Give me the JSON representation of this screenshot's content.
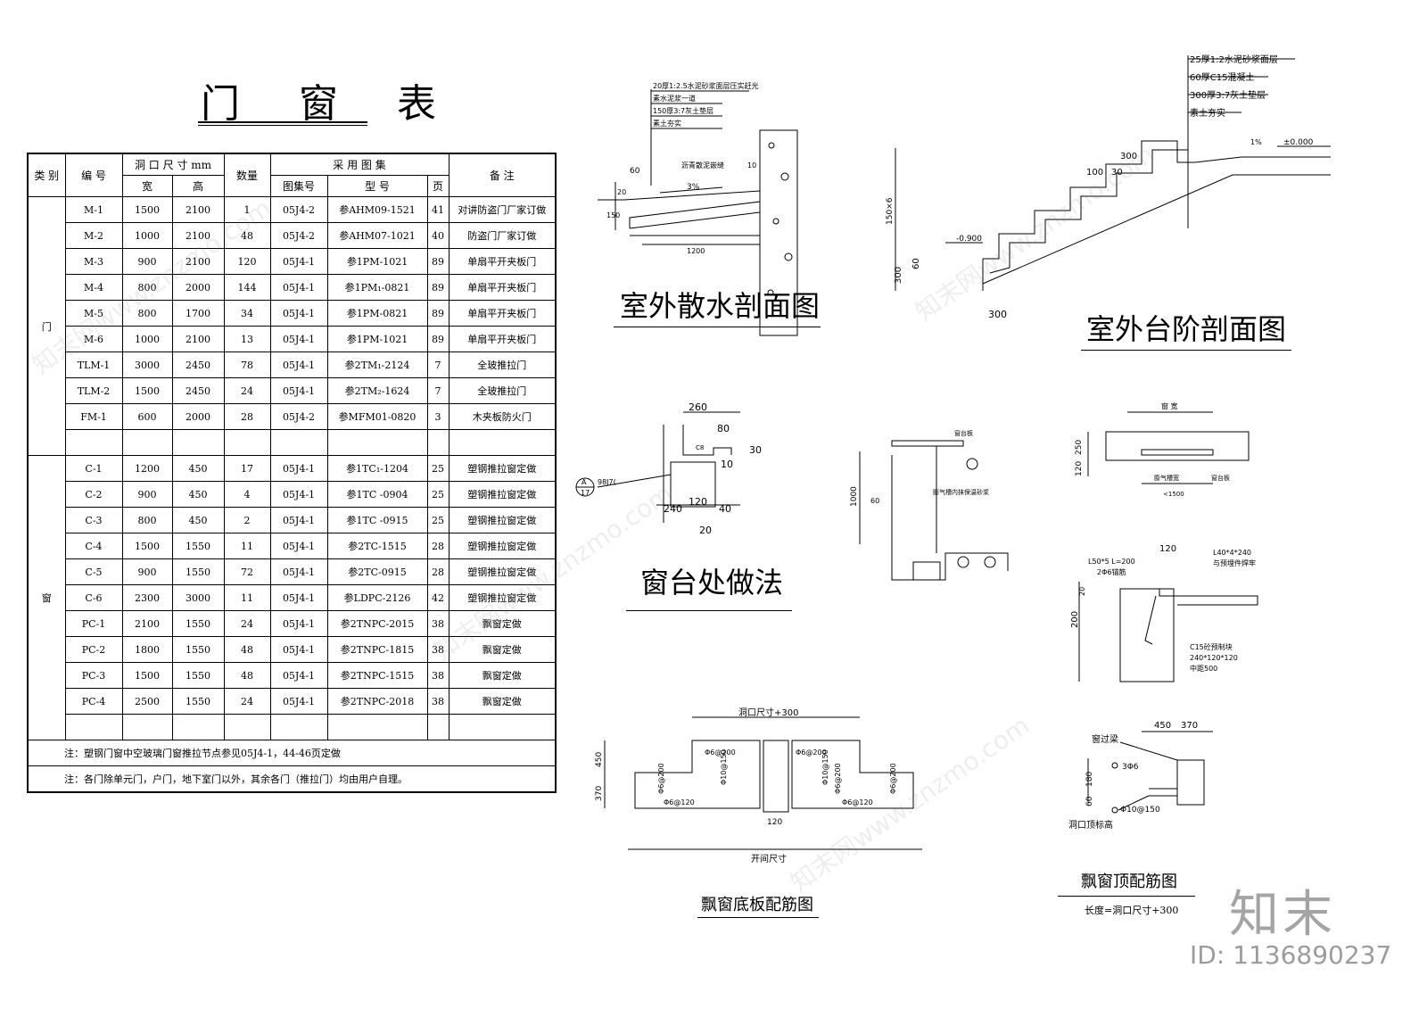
{
  "title": "门 窗 表",
  "table": {
    "header": {
      "category": "类 别",
      "number": "编 号",
      "opening": "洞 口 尺 寸 mm",
      "width": "宽",
      "height": "高",
      "quantity": "数量",
      "atlas": "采 用 图 集",
      "atlas_no": "图集号",
      "model": "型 号",
      "page": "页",
      "remark": "备 注"
    },
    "door_label": "门",
    "window_label": "窗",
    "doors": [
      {
        "id": "M-1",
        "w": "1500",
        "h": "2100",
        "qty": "1",
        "atlas": "05J4-2",
        "model": "参AHM09-1521",
        "page": "41",
        "remark": "对讲防盗门厂家订做"
      },
      {
        "id": "M-2",
        "w": "1000",
        "h": "2100",
        "qty": "48",
        "atlas": "05J4-2",
        "model": "参AHM07-1021",
        "page": "40",
        "remark": "防盗门厂家订做"
      },
      {
        "id": "M-3",
        "w": "900",
        "h": "2100",
        "qty": "120",
        "atlas": "05J4-1",
        "model": "参1PM-1021",
        "page": "89",
        "remark": "单扇平开夹板门"
      },
      {
        "id": "M-4",
        "w": "800",
        "h": "2000",
        "qty": "144",
        "atlas": "05J4-1",
        "model": "参1PM₁-0821",
        "page": "89",
        "remark": "单扇平开夹板门"
      },
      {
        "id": "M-5",
        "w": "800",
        "h": "1700",
        "qty": "34",
        "atlas": "05J4-1",
        "model": "参1PM-0821",
        "page": "89",
        "remark": "单扇平开夹板门"
      },
      {
        "id": "M-6",
        "w": "1000",
        "h": "2100",
        "qty": "13",
        "atlas": "05J4-1",
        "model": "参1PM-1021",
        "page": "89",
        "remark": "单扇平开夹板门"
      },
      {
        "id": "TLM-1",
        "w": "3000",
        "h": "2450",
        "qty": "78",
        "atlas": "05J4-1",
        "model": "参2TM₁-2124",
        "page": "7",
        "remark": "全玻推拉门"
      },
      {
        "id": "TLM-2",
        "w": "1500",
        "h": "2450",
        "qty": "24",
        "atlas": "05J4-1",
        "model": "参2TM₂-1624",
        "page": "7",
        "remark": "全玻推拉门"
      },
      {
        "id": "FM-1",
        "w": "600",
        "h": "2000",
        "qty": "28",
        "atlas": "05J4-2",
        "model": "参MFM01-0820",
        "page": "3",
        "remark": "木夹板防火门"
      }
    ],
    "windows": [
      {
        "id": "C-1",
        "w": "1200",
        "h": "450",
        "qty": "17",
        "atlas": "05J4-1",
        "model": "参1TC₁-1204",
        "page": "25",
        "remark": "塑钢推拉窗定做"
      },
      {
        "id": "C-2",
        "w": "900",
        "h": "450",
        "qty": "4",
        "atlas": "05J4-1",
        "model": "参1TC -0904",
        "page": "25",
        "remark": "塑钢推拉窗定做"
      },
      {
        "id": "C-3",
        "w": "800",
        "h": "450",
        "qty": "2",
        "atlas": "05J4-1",
        "model": "参1TC -0915",
        "page": "25",
        "remark": "塑钢推拉窗定做"
      },
      {
        "id": "C-4",
        "w": "1500",
        "h": "1550",
        "qty": "11",
        "atlas": "05J4-1",
        "model": "参2TC-1515",
        "page": "28",
        "remark": "塑钢推拉窗定做"
      },
      {
        "id": "C-5",
        "w": "900",
        "h": "1550",
        "qty": "72",
        "atlas": "05J4-1",
        "model": "参2TC-0915",
        "page": "28",
        "remark": "塑钢推拉窗定做"
      },
      {
        "id": "C-6",
        "w": "2300",
        "h": "3000",
        "qty": "11",
        "atlas": "05J4-1",
        "model": "参LDPC-2126",
        "page": "42",
        "remark": "塑钢推拉窗定做"
      },
      {
        "id": "PC-1",
        "w": "2100",
        "h": "1550",
        "qty": "24",
        "atlas": "05J4-1",
        "model": "参2TNPC-2015",
        "page": "38",
        "remark": "飘窗定做"
      },
      {
        "id": "PC-2",
        "w": "1800",
        "h": "1550",
        "qty": "48",
        "atlas": "05J4-1",
        "model": "参2TNPC-1815",
        "page": "38",
        "remark": "飘窗定做"
      },
      {
        "id": "PC-3",
        "w": "1500",
        "h": "1550",
        "qty": "48",
        "atlas": "05J4-1",
        "model": "参2TNPC-1515",
        "page": "38",
        "remark": "飘窗定做"
      },
      {
        "id": "PC-4",
        "w": "2500",
        "h": "1550",
        "qty": "24",
        "atlas": "05J4-1",
        "model": "参2TNPC-2018",
        "page": "38",
        "remark": "飘窗定做"
      }
    ],
    "notes": [
      "注：塑钢门窗中空玻璃门窗推拉节点参见05J4-1，44-46页定做",
      "注：各门除单元门，户门，地下室门以外，其余各门（推拉门）均由用户自理。"
    ]
  },
  "details": {
    "apron": {
      "title": "室外散水剖面图",
      "layers": [
        "20厚1:2.5水泥砂浆面层压实赶光",
        "素水泥浆一道",
        "150厚3:7灰土垫层",
        "素土夯实"
      ],
      "joint": "沥青散泥嵌缝",
      "slope": "3%",
      "dims": [
        "60",
        "20",
        "150",
        "10",
        "1200"
      ]
    },
    "steps": {
      "title": "室外台阶剖面图",
      "layers": [
        "25厚1:2水泥砂浆面层",
        "60厚C15混凝土",
        "300厚3:7灰土垫层",
        "素土夯实"
      ],
      "elev_top": "±0.000",
      "elev_bottom": "-0.900",
      "slope": "1%",
      "dims": [
        "300",
        "100",
        "30",
        "150×6",
        "300",
        "60",
        "300"
      ]
    },
    "sill": {
      "title": "窗台处做法",
      "ref_ring": "A",
      "ref_sheet": "17",
      "ref_atlas": "98J7(",
      "dims": [
        "260",
        "80",
        "30",
        "10",
        "120",
        "240",
        "40",
        "20",
        "C8"
      ],
      "board": "窗台板",
      "plaster": "膨气槽内抹保温砂浆",
      "dims2": [
        "1000",
        "60"
      ]
    },
    "sill_plan": {
      "labels": [
        "窗 宽",
        "膨气槽宽",
        "<1500",
        "窗台板"
      ],
      "dims": [
        "250",
        "120"
      ]
    },
    "anchor": {
      "labels": [
        "L50*5  L=200",
        "2Φ6锚筋",
        "L40*4*240",
        "与预埋件焊牢",
        "C15砼预制块",
        "240*120*120",
        "中距500"
      ],
      "dims": [
        "120",
        "20",
        "200"
      ]
    },
    "bay_bottom": {
      "title": "飘窗底板配筋图",
      "top_dim": "洞口尺寸+300",
      "bottom_dim": "开间尺寸",
      "rebar": [
        "Φ6@200",
        "Φ6@200",
        "Φ10@150",
        "Φ6@200",
        "Φ6@120",
        "Φ6@120",
        "Φ6@200",
        "Φ10@150",
        "Φ6@200"
      ],
      "dims": [
        "450",
        "370",
        "120"
      ]
    },
    "bay_top": {
      "title": "飘窗顶配筋图",
      "subtitle": "长度=洞口尺寸+300",
      "beam": "窗过梁",
      "rebar": [
        "3Φ6",
        "Φ10@150"
      ],
      "opening": "洞口顶标高",
      "dims": [
        "450",
        "370",
        "180",
        "60"
      ]
    }
  },
  "watermark": {
    "text": "知末网www.znzmo.com",
    "logo": "知末",
    "id": "ID: 1136890237"
  }
}
